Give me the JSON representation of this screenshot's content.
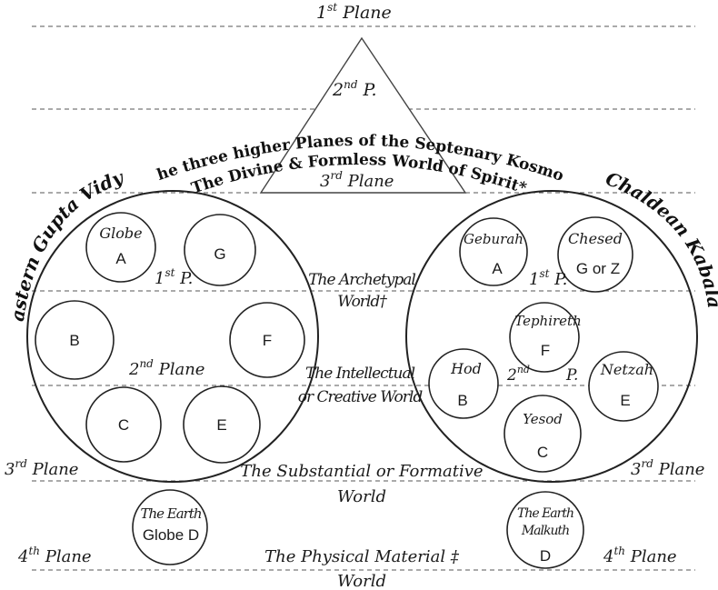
{
  "planes": {
    "first": {
      "num": "1",
      "sup": "st",
      "word": " Plane"
    },
    "second_triangle": {
      "num": "2",
      "sup": "nd",
      "word": " P."
    },
    "third_triangle": {
      "num": "3",
      "sup": "rd",
      "word": " Plane"
    }
  },
  "arc_text": {
    "line1": "The three higher Planes of the Septenary Kosmos",
    "line2": "The Divine & Formless World of Spirit*"
  },
  "side_titles": {
    "left": "Eastern Gupta Vidya",
    "right": "Chaldean Kabala"
  },
  "left_system": {
    "globes": [
      {
        "name": "Globe",
        "letter": "A"
      },
      {
        "name": "",
        "letter": "G"
      },
      {
        "name": "",
        "letter": "B"
      },
      {
        "name": "",
        "letter": "F"
      },
      {
        "name": "",
        "letter": "C"
      },
      {
        "name": "",
        "letter": "E"
      }
    ],
    "first_p": {
      "num": "1",
      "sup": "st",
      "word": " P."
    },
    "second_plane": {
      "num": "2",
      "sup": "nd",
      "word": " Plane"
    },
    "earth": {
      "line1": "The Earth",
      "line2": "Globe D"
    }
  },
  "right_system": {
    "sephiroth": [
      {
        "name": "Geburah",
        "letter": "A"
      },
      {
        "name": "Chesed",
        "letter": "G or Z"
      },
      {
        "name": "Tephireth",
        "letter": "F"
      },
      {
        "name": "Hod",
        "letter": "B"
      },
      {
        "name": "Netzah",
        "letter": "E"
      },
      {
        "name": "Yesod",
        "letter": "C"
      }
    ],
    "first_p": {
      "num": "1",
      "sup": "st",
      "word": " P."
    },
    "second_p": {
      "num": "2",
      "sup": "nd",
      "word": "P."
    },
    "earth": {
      "line1": "The Earth",
      "line2": "Malkuth",
      "letter": "D"
    }
  },
  "worlds": {
    "archetypal": {
      "line1": "The Archetypal",
      "line2": "World†"
    },
    "intellectual": {
      "line1": "The Intellectual",
      "line2": "or Creative World"
    },
    "substantial": {
      "line1": "The Substantial or Formative",
      "line2": "World"
    },
    "physical": {
      "line1": "The Physical Material ‡",
      "line2": "World"
    }
  },
  "plane_labels": {
    "third_left": {
      "num": "3",
      "sup": "rd",
      "word": " Plane"
    },
    "third_right": {
      "num": "3",
      "sup": "rd",
      "word": " Plane"
    },
    "fourth_left": {
      "num": "4",
      "sup": "th",
      "word": " Plane"
    },
    "fourth_right": {
      "num": "4",
      "sup": "th",
      "word": " Plane"
    }
  }
}
